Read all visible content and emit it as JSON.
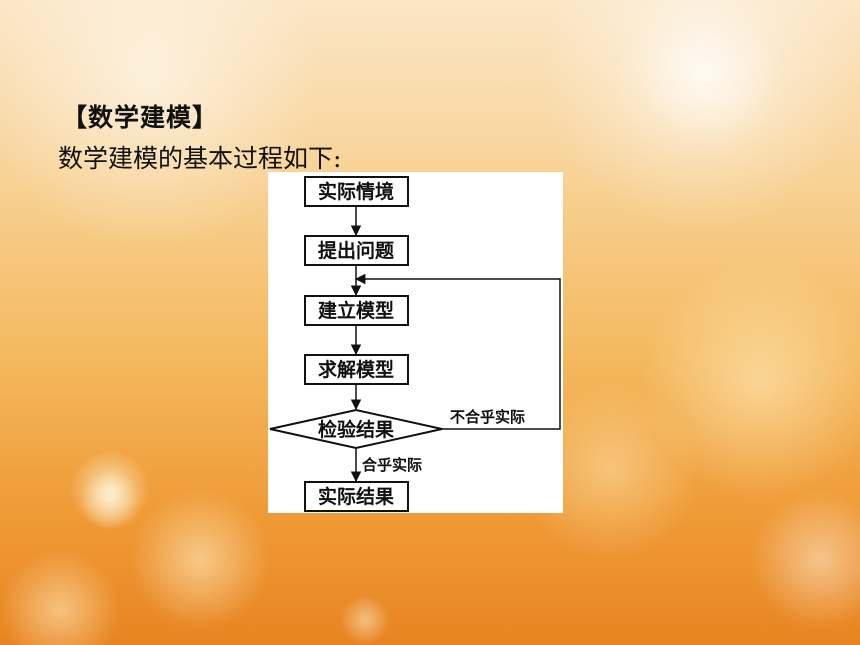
{
  "slide": {
    "heading": "【数学建模】",
    "intro": "数学建模的基本过程如下:"
  },
  "flowchart": {
    "nodes": [
      {
        "id": "real-situation",
        "label": "实际情境",
        "shape": "rect"
      },
      {
        "id": "pose-question",
        "label": "提出问题",
        "shape": "rect"
      },
      {
        "id": "build-model",
        "label": "建立模型",
        "shape": "rect"
      },
      {
        "id": "solve-model",
        "label": "求解模型",
        "shape": "rect"
      },
      {
        "id": "check-result",
        "label": "检验结果",
        "shape": "diamond"
      },
      {
        "id": "real-result",
        "label": "实际结果",
        "shape": "rect"
      }
    ],
    "edges": [
      {
        "from": "real-situation",
        "to": "pose-question",
        "label": ""
      },
      {
        "from": "pose-question",
        "to": "build-model",
        "label": ""
      },
      {
        "from": "build-model",
        "to": "solve-model",
        "label": ""
      },
      {
        "from": "solve-model",
        "to": "check-result",
        "label": ""
      },
      {
        "from": "check-result",
        "to": "real-result",
        "label": "合乎实际"
      },
      {
        "from": "check-result",
        "to": "build-model",
        "label": "不合乎实际"
      }
    ]
  }
}
